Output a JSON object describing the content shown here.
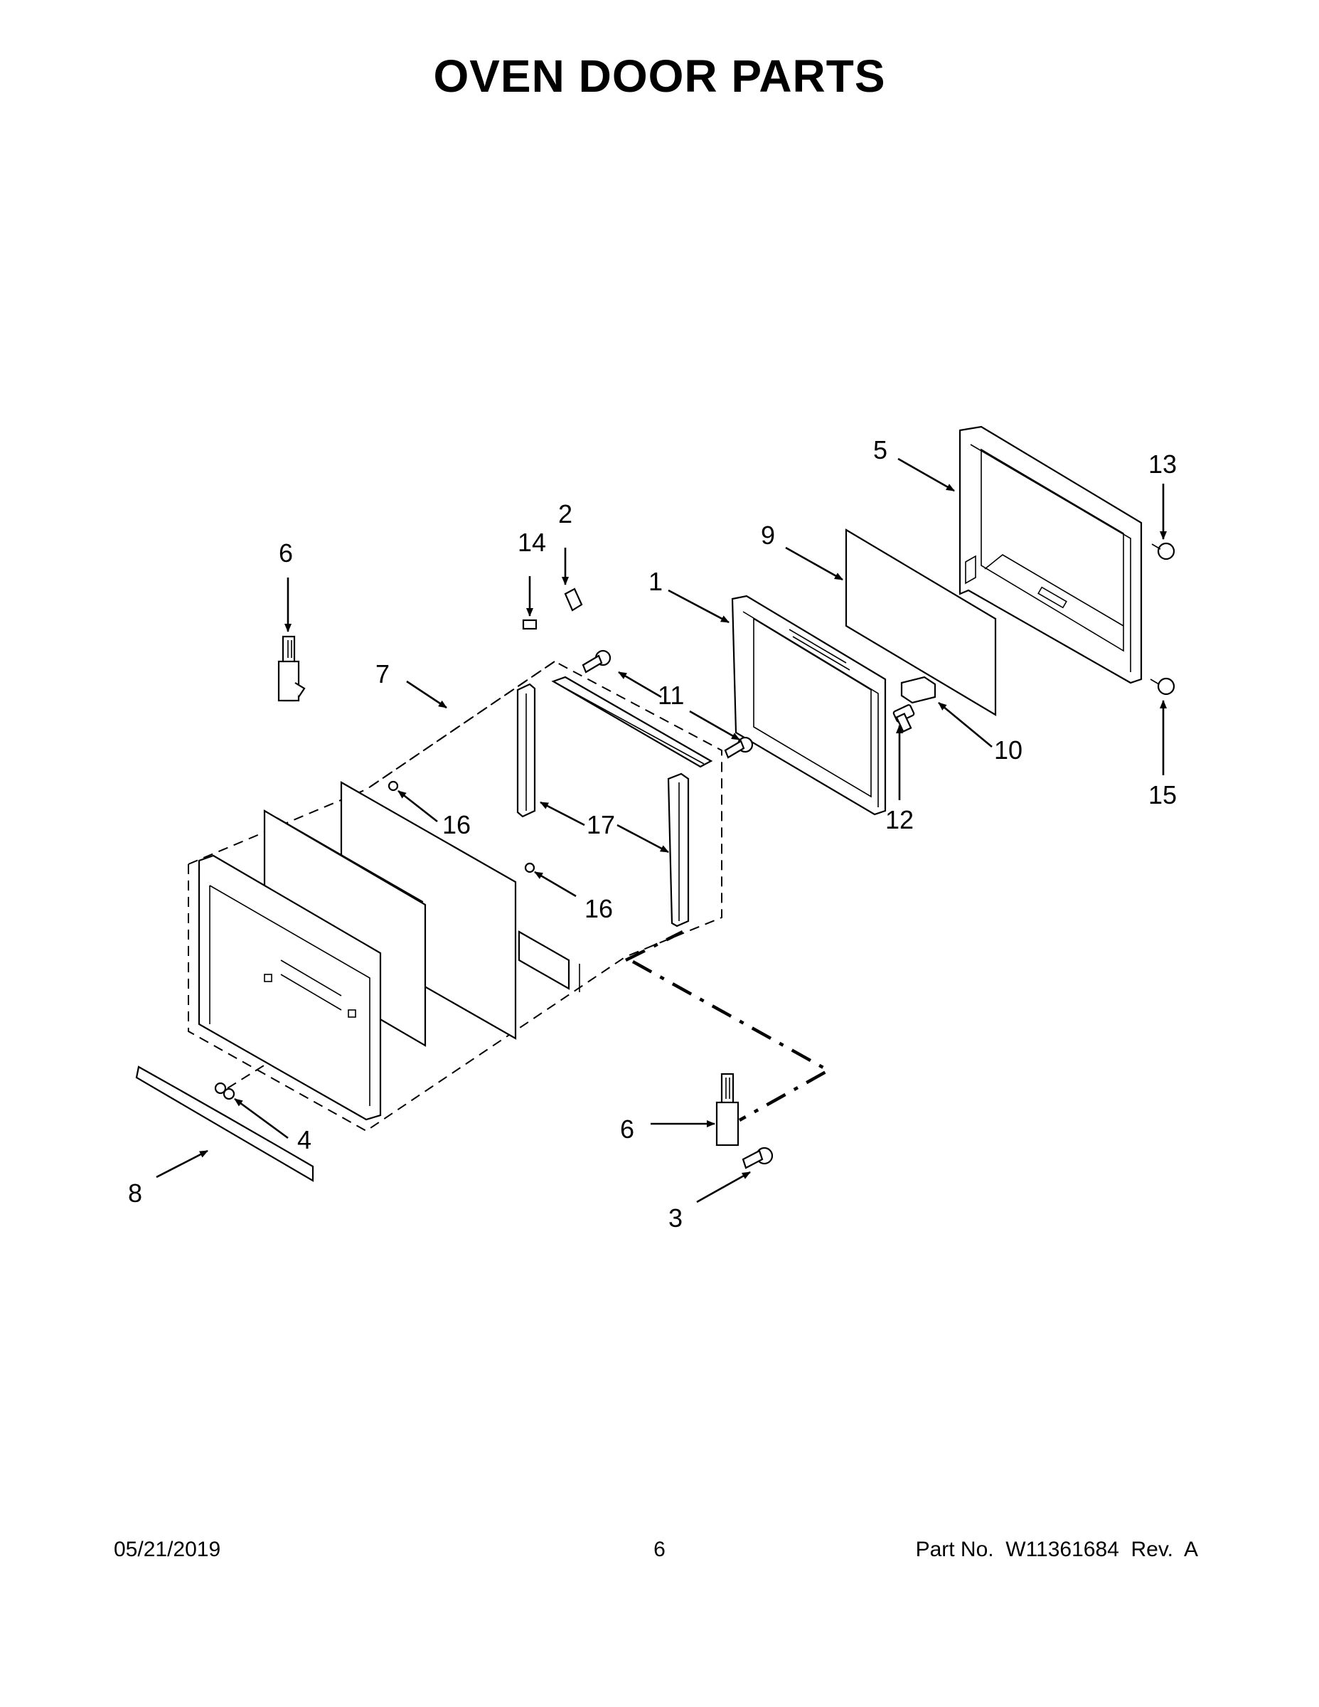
{
  "title": "OVEN DOOR PARTS",
  "callouts": {
    "c1": "1",
    "c2": "2",
    "c3": "3",
    "c4": "4",
    "c5": "5",
    "c6a": "6",
    "c6b": "6",
    "c7": "7",
    "c8": "8",
    "c9": "9",
    "c10": "10",
    "c11": "11",
    "c12": "12",
    "c13": "13",
    "c14": "14",
    "c15": "15",
    "c16a": "16",
    "c16b": "16",
    "c17": "17"
  },
  "footer": {
    "date": "05/21/2019",
    "page": "6",
    "part_no": "Part No.  W11361684  Rev.  A"
  }
}
